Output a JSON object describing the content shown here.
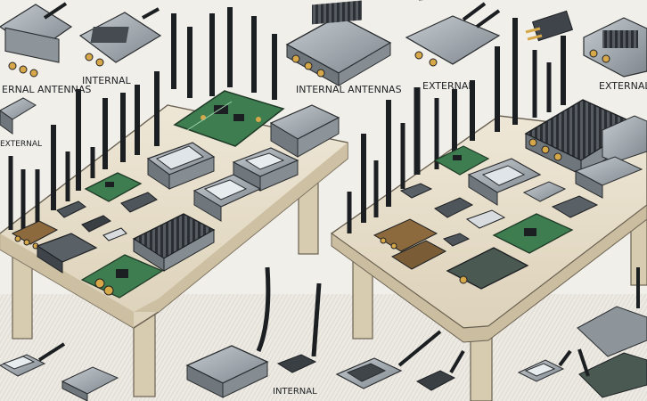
{
  "scene": {
    "labels": {
      "internal_antennas_left": "ERNAL ANTENNAS",
      "internal_top_left": "INTERNAL",
      "internal_antennas_center": "INTERNAL ANTENNAS",
      "external_center": "EXTERNAL",
      "external_right": "EXTERNAL",
      "external_far_left": "EXTERNAL",
      "internal_bottom": "INTERNAL"
    }
  },
  "palette": {
    "background": "#f1efe9",
    "wood_top": "#e8dfcc",
    "wood_edge": "#cbbd9f",
    "metal": "#9aa2a8",
    "dark_metal": "#3b4045",
    "pcb_green": "#3d7d4f",
    "antenna": "#1c1f22",
    "shadow": "#c9c5bc"
  }
}
